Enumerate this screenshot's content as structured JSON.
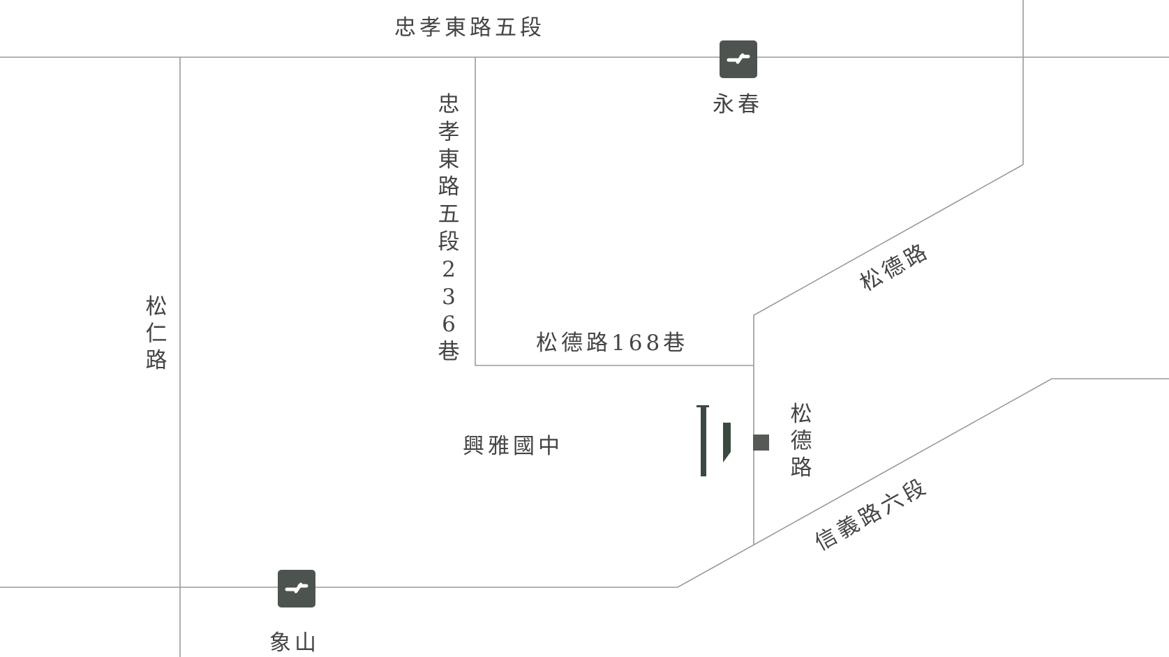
{
  "map": {
    "roads": {
      "zhongxiao": "忠孝東路五段",
      "zhongxiao_lane": "忠孝東路五段236巷",
      "songren": "松仁路",
      "songde_lane": "松德路168巷",
      "songde_upper": "松德路",
      "songde_side": "松德路",
      "xinyi": "信義路六段"
    },
    "landmarks": {
      "school": "興雅國中"
    },
    "stations": [
      {
        "name": "永春",
        "icon": "mrt-station-icon"
      },
      {
        "name": "象山",
        "icon": "mrt-station-icon"
      }
    ],
    "site": {
      "icon": "building-site-icon",
      "color": "#3a4a40"
    },
    "colors": {
      "road": "#9a9a9a",
      "text": "#444444",
      "station_badge": "#4d534f",
      "marker": "#555a56"
    }
  }
}
